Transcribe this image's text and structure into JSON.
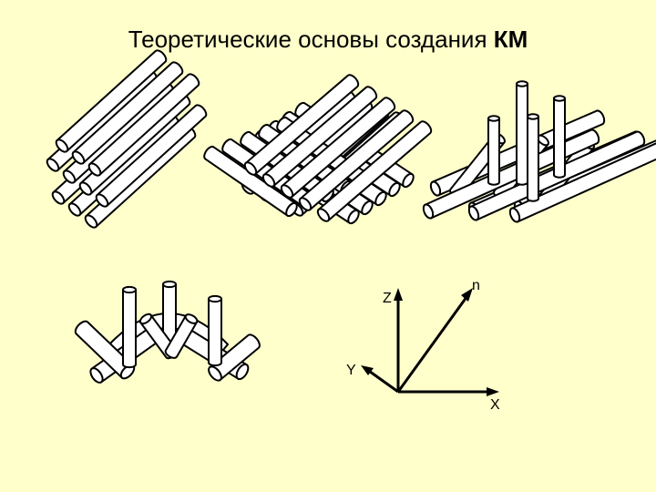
{
  "title": {
    "text": "Теоретические основы создания",
    "bold": "КМ"
  },
  "axes": {
    "z": "Z",
    "n": "n",
    "y": "Y",
    "x": "X"
  },
  "colors": {
    "background": "#ffffcc",
    "rod": "#ffffff",
    "stroke": "#000000"
  }
}
